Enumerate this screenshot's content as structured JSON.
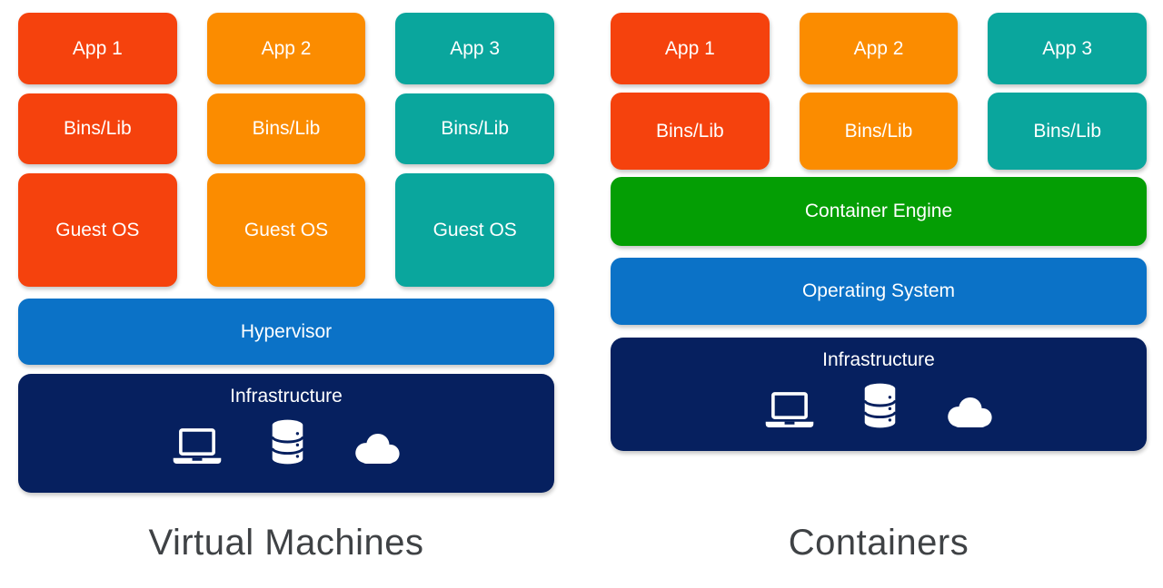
{
  "colors": {
    "red": "#f5420d",
    "orange": "#fb8c00",
    "teal": "#0aa69d",
    "blue": "#0b72c7",
    "navy": "#06205f",
    "green": "#049e04",
    "title": "#3f4245",
    "bg": "#ffffff",
    "boxtext": "#ffffff"
  },
  "vm": {
    "title": "Virtual Machines",
    "columns": [
      {
        "color": "#f5420d",
        "rows": [
          "App 1",
          "Bins/Lib",
          "Guest OS"
        ]
      },
      {
        "color": "#fb8c00",
        "rows": [
          "App 2",
          "Bins/Lib",
          "Guest OS"
        ]
      },
      {
        "color": "#0aa69d",
        "rows": [
          "App 3",
          "Bins/Lib",
          "Guest OS"
        ]
      }
    ],
    "bars": [
      {
        "label": "Hypervisor",
        "color": "#0b72c7"
      },
      {
        "label": "Infrastructure",
        "color": "#06205f",
        "icons": [
          "laptop-icon",
          "database-icon",
          "cloud-icon"
        ]
      }
    ]
  },
  "containers": {
    "title": "Containers",
    "columns": [
      {
        "color": "#f5420d",
        "rows": [
          "App 1",
          "Bins/Lib"
        ]
      },
      {
        "color": "#fb8c00",
        "rows": [
          "App 2",
          "Bins/Lib"
        ]
      },
      {
        "color": "#0aa69d",
        "rows": [
          "App 3",
          "Bins/Lib"
        ]
      }
    ],
    "bars": [
      {
        "label": "Container Engine",
        "color": "#049e04"
      },
      {
        "label": "Operating System",
        "color": "#0b72c7"
      },
      {
        "label": "Infrastructure",
        "color": "#06205f",
        "icons": [
          "laptop-icon",
          "database-icon",
          "cloud-icon"
        ]
      }
    ]
  }
}
